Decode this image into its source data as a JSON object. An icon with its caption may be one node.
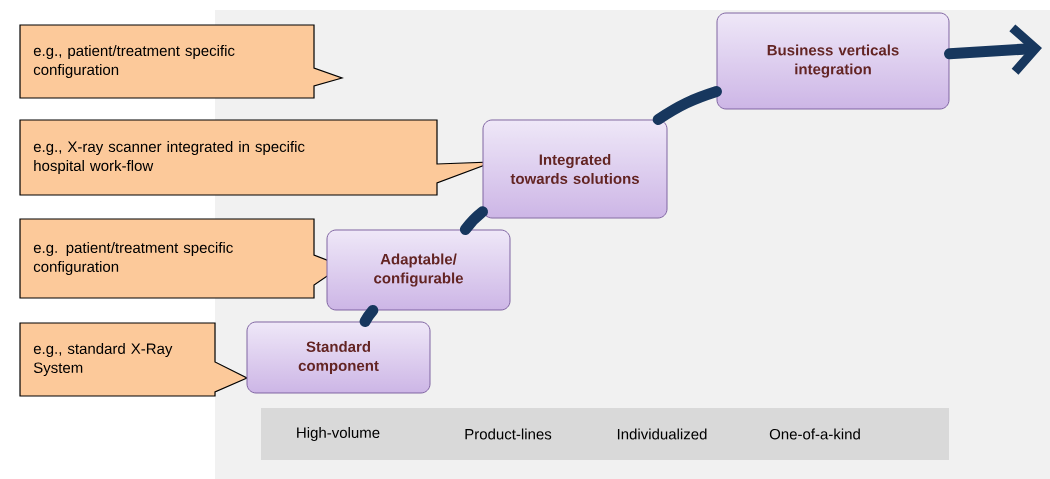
{
  "diagram": {
    "nodes": [
      {
        "text": [
          "e.g., patient/treatment specific configuration"
        ]
      },
      {
        "text": [
          "e.g., X-ray scanner integrated in specific hospital work-flow"
        ]
      },
      {
        "text": [
          "e.g. patient/treatment specific configuration"
        ]
      },
      {
        "text": [
          "e.g., standard X-Ray System"
        ]
      },
      {
        "text": [
          "Standard component"
        ]
      },
      {
        "text": [
          "Adaptable/ configurable"
        ]
      },
      {
        "text": [
          "Integrated towards solutions"
        ]
      },
      {
        "text": [
          "Business verticals integration"
        ]
      },
      {
        "text": [
          "High-volume",
          "Product-lines",
          "Individualized",
          "One-of-a-kind"
        ]
      }
    ],
    "edges": [
      {
        "from": 4,
        "to": 5,
        "arrow": "none"
      },
      {
        "from": 5,
        "to": 6,
        "arrow": "none"
      },
      {
        "from": 6,
        "to": 7,
        "arrow": "none"
      },
      {
        "from": 7,
        "to": null,
        "arrow": "to"
      }
    ]
  }
}
